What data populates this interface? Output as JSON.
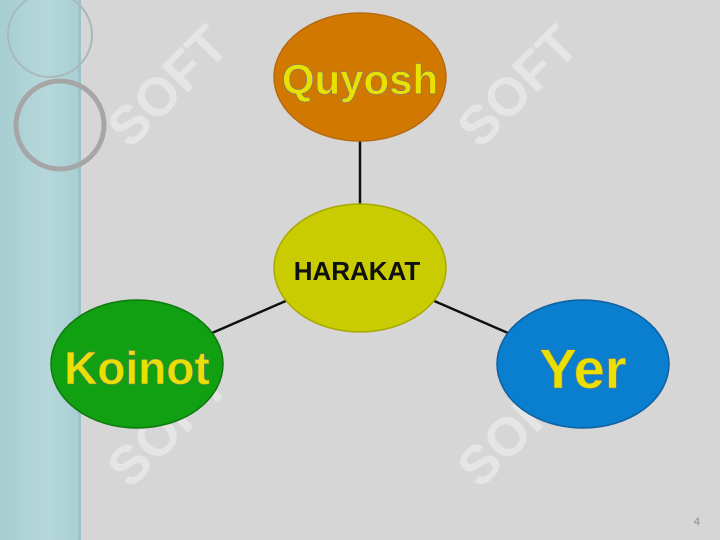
{
  "diagram": {
    "center_label": "HARAKAT",
    "nodes": [
      {
        "id": "quyosh",
        "label": "Quyosh",
        "fill": "#d07800",
        "text_color": "#e8e000"
      },
      {
        "id": "koinot",
        "label": "Koinot",
        "fill": "#11a011",
        "text_color": "#e8e000"
      },
      {
        "id": "yer",
        "label": "Yer",
        "fill": "#0a7fd0",
        "text_color": "#e8e000"
      }
    ],
    "center_fill": "#c8cc00",
    "center_text_color": "#101010"
  },
  "watermark": {
    "text": "SOFT"
  },
  "slide": {
    "number": "4"
  }
}
